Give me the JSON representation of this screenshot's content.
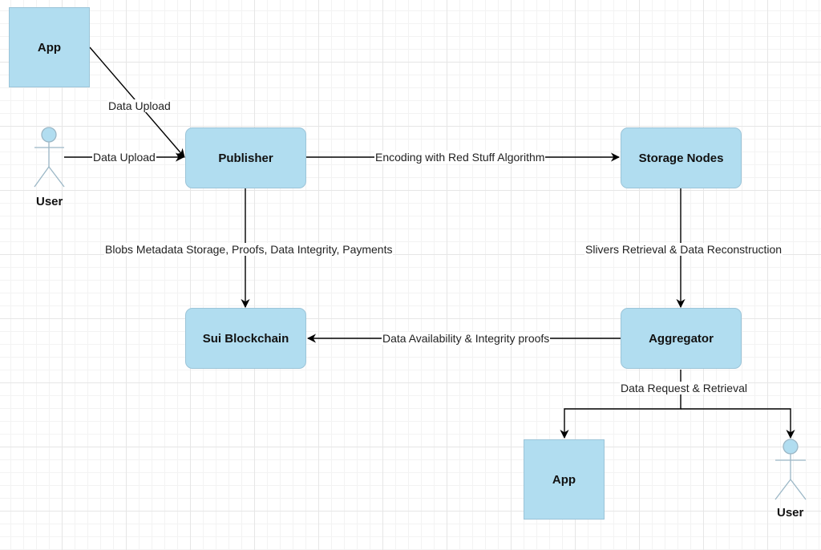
{
  "nodes": {
    "app_top": "App",
    "publisher": "Publisher",
    "storage_nodes": "Storage Nodes",
    "sui_blockchain": "Sui Blockchain",
    "aggregator": "Aggregator",
    "app_bottom": "App"
  },
  "actors": {
    "user_left": "User",
    "user_right": "User"
  },
  "edges": {
    "app_to_publisher": "Data Upload",
    "user_to_publisher": "Data Upload",
    "publisher_to_storage": "Encoding with Red Stuff Algorithm",
    "publisher_to_blockchain": "Blobs Metadata Storage, Proofs, Data Integrity, Payments",
    "storage_to_aggregator": "Slivers Retrieval & Data Reconstruction",
    "aggregator_to_blockchain": "Data Availability & Integrity proofs",
    "aggregator_to_consumers": "Data Request & Retrieval"
  },
  "colors": {
    "node_fill": "#b1ddf0",
    "node_stroke": "#9bc4d8",
    "edge": "#000000"
  }
}
